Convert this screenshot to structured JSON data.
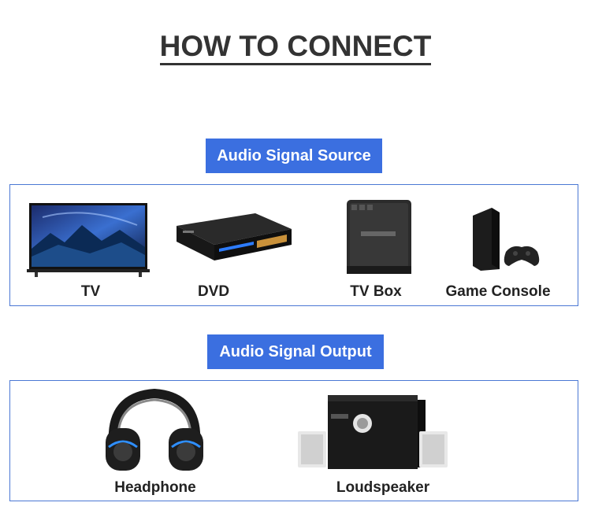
{
  "title": "HOW TO CONNECT",
  "source": {
    "heading": "Audio Signal Source",
    "items": [
      {
        "label": "TV",
        "icon": "tv-icon"
      },
      {
        "label": "DVD",
        "icon": "dvd-player-icon"
      },
      {
        "label": "TV Box",
        "icon": "tv-box-icon"
      },
      {
        "label": "Game Console",
        "icon": "game-console-icon"
      }
    ]
  },
  "output": {
    "heading": "Audio Signal Output",
    "items": [
      {
        "label": "Headphone",
        "icon": "headphone-icon"
      },
      {
        "label": "Loudspeaker",
        "icon": "loudspeaker-icon"
      }
    ]
  },
  "colors": {
    "accent": "#3b6fe0",
    "border": "#4b78d4"
  }
}
